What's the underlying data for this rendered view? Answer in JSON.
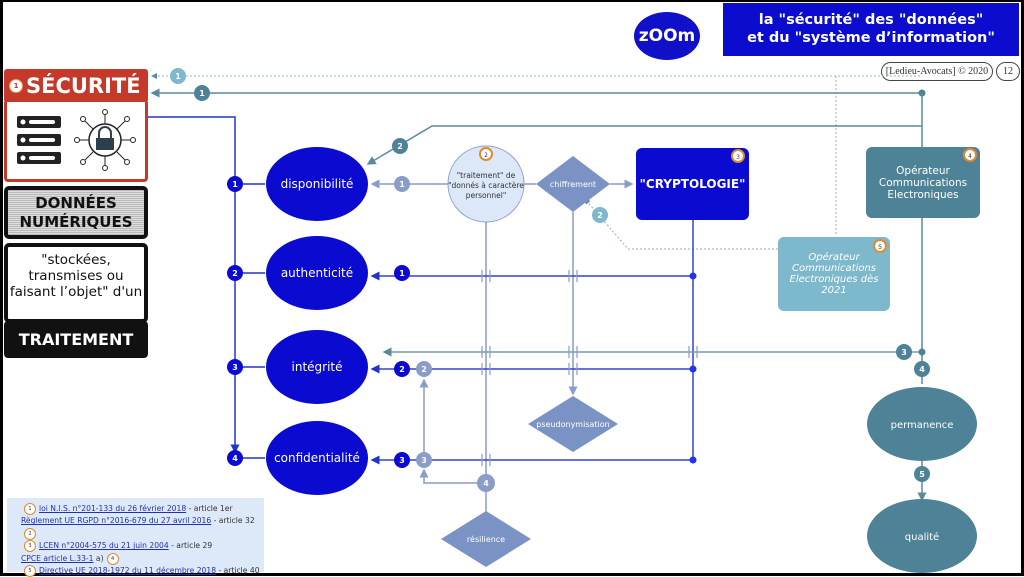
{
  "header": {
    "zoom_label": "zOOm",
    "title_line1": "la \"sécurité\" des \"données\"",
    "title_line2": "et  du \"système d’information\"",
    "credit": "[Ledieu-Avocats] © 2020",
    "page_number": "12"
  },
  "left": {
    "securite_num": "1",
    "securite": "SÉCURITÉ",
    "donnees_line1": "DONNÉES",
    "donnees_line2": "NUMÉRIQUES",
    "stockees": "\"stockées, transmises ou faisant l’objet\" d'un",
    "traitement": "TRAITEMENT"
  },
  "nodes": {
    "disponibilite": "disponibilité",
    "authenticite": "authenticité",
    "integrite": "intégrité",
    "confidentialite": "confidentialité",
    "traitement_line1": "\"traitement\" de",
    "traitement_line2": "\"donnés à caractère",
    "traitement_line3": "personnel\"",
    "traitement_num": "2",
    "chiffrement": "chiffrement",
    "cryptologie": "\"CRYPTOLOGIE\"",
    "cryptologie_num": "3",
    "operateur": "Opérateur Communications Electroniques",
    "operateur_num": "4",
    "operateur2021": "Opérateur Communications Electroniques dès 2021",
    "operateur2021_num": "5",
    "pseudonymisation": "pseudonymisation",
    "resilience": "résilience",
    "permanence": "permanence",
    "qualite": "qualité"
  },
  "badges": {
    "b1": "1",
    "b2": "2",
    "b3": "3",
    "b4": "4",
    "b5": "5"
  },
  "references": [
    {
      "num": "1",
      "link": "loi N.I.S. n°201-133 du 26 février 2018",
      "suffix": " - article 1er"
    },
    {
      "num": "2",
      "link": "Règlement UE RGPD n°2016-679 du 27 avril 2016",
      "suffix": " - article 32"
    },
    {
      "num": "3",
      "link": "LCEN n°2004-575 du 21 juin 2004",
      "suffix": " - article 29"
    },
    {
      "num": "4",
      "link": "CPCE article L.33-1",
      "suffix": " a)"
    },
    {
      "num": "5",
      "link": "Directive UE 2018-1972 du 11 décembre 2018",
      "suffix": " - article 40"
    }
  ],
  "colors": {
    "blue": "#0a0ad0",
    "red": "#c4392a",
    "teal": "#4e8296",
    "lightblue": "#7db8cc",
    "slate": "#7b93c4"
  }
}
